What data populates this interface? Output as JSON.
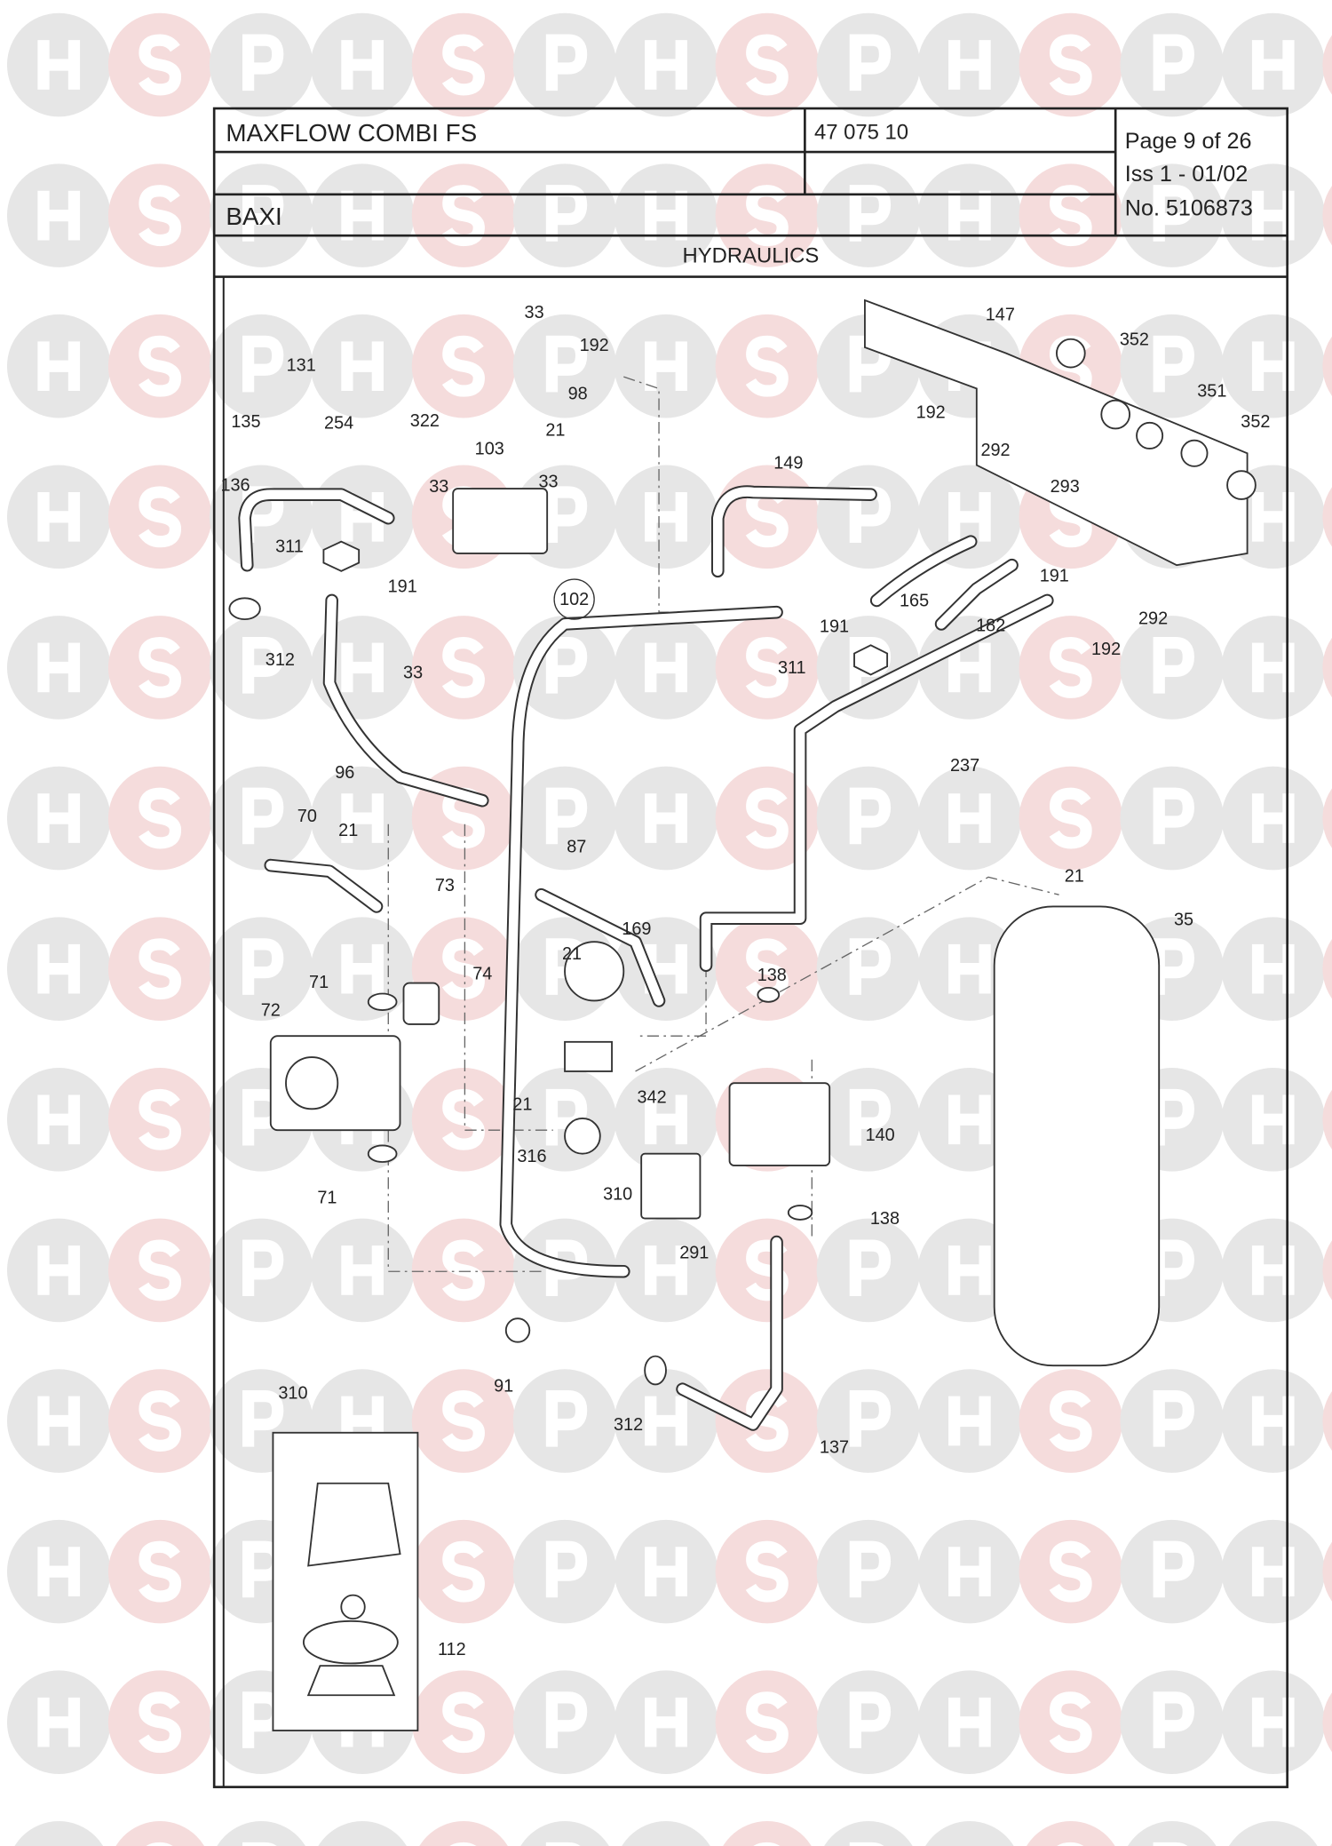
{
  "watermark": {
    "letters": [
      "H",
      "S",
      "P"
    ],
    "colors": {
      "grey": "#e6e6e6",
      "pink": "#f5dcdc",
      "letter": "#ffffff"
    }
  },
  "header": {
    "model": "MAXFLOW COMBI FS",
    "code": "47 075 10",
    "manufacturer": "BAXI",
    "page": "Page 9 of 26",
    "issue": "Iss 1 - 01/02",
    "number": "No. 5106873",
    "section": "HYDRAULICS"
  },
  "callouts": [
    "33",
    "192",
    "131",
    "135",
    "254",
    "322",
    "103",
    "98",
    "21",
    "136",
    "33",
    "33",
    "149",
    "147",
    "352",
    "351",
    "352",
    "192",
    "292",
    "293",
    "311",
    "191",
    "102",
    "312",
    "33",
    "165",
    "191",
    "182",
    "191",
    "292",
    "192",
    "311",
    "96",
    "237",
    "70",
    "21",
    "87",
    "73",
    "21",
    "35",
    "169",
    "21",
    "138",
    "71",
    "74",
    "72",
    "342",
    "21",
    "140",
    "316",
    "310",
    "71",
    "138",
    "291",
    "91",
    "310",
    "312",
    "137",
    "112"
  ]
}
